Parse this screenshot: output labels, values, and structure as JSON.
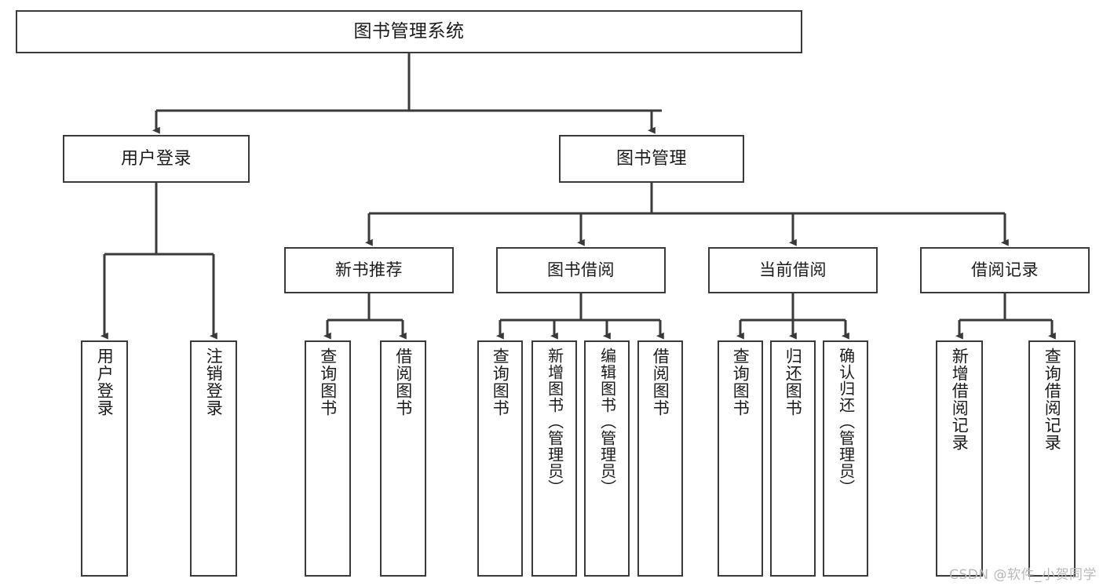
{
  "diagram": {
    "title": "图书管理系统",
    "watermark": "CSDN @软件_小贺同学",
    "line_color": "#3a3a3a",
    "box_fill": "#ffffff",
    "text_color": "#1b1b1b",
    "watermark_color": "#b9b9b9",
    "root": {
      "label": "图书管理系统"
    },
    "level2": [
      {
        "label": "用户登录"
      },
      {
        "label": "图书管理"
      }
    ],
    "level3": [
      {
        "label": "新书推荐"
      },
      {
        "label": "图书借阅"
      },
      {
        "label": "当前借阅"
      },
      {
        "label": "借阅记录"
      }
    ],
    "leaves": {
      "user_login": [
        {
          "label": "用户登录"
        },
        {
          "label": "注销登录"
        }
      ],
      "new_book_recommend": [
        {
          "label": "查询图书"
        },
        {
          "label": "借阅图书"
        }
      ],
      "book_borrow": [
        {
          "label": "查询图书"
        },
        {
          "label": "新增图书（管理员）"
        },
        {
          "label": "编辑图书（管理员）"
        },
        {
          "label": "借阅图书"
        }
      ],
      "current_borrow": [
        {
          "label": "查询图书"
        },
        {
          "label": "归还图书"
        },
        {
          "label": "确认归还（管理员）"
        }
      ],
      "borrow_record": [
        {
          "label": "新增借阅记录"
        },
        {
          "label": "查询借阅记录"
        }
      ]
    }
  }
}
